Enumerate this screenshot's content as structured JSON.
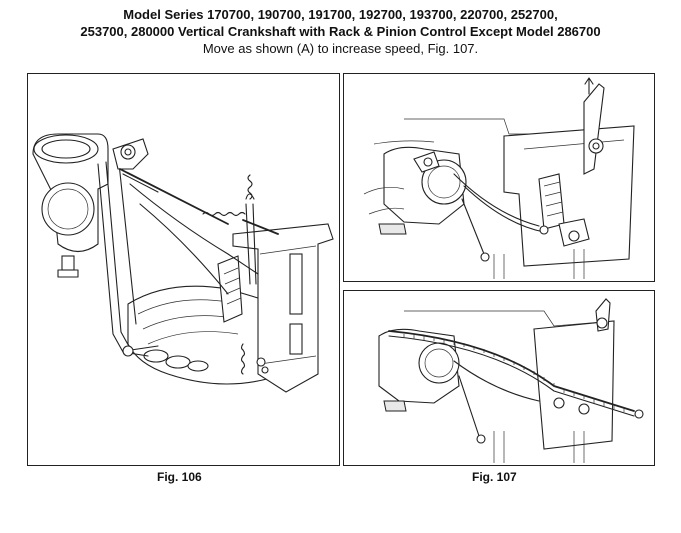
{
  "header": {
    "line1": "Model Series 170700, 190700, 191700, 192700, 193700, 220700, 252700,",
    "line2": "253700, 280000 Vertical Crankshaft with Rack & Pinion Control Except Model 286700",
    "line3": "Move as shown (A) to increase speed, Fig. 107."
  },
  "figures": {
    "fig106_caption": "Fig. 106",
    "fig107_caption": "Fig. 107"
  }
}
